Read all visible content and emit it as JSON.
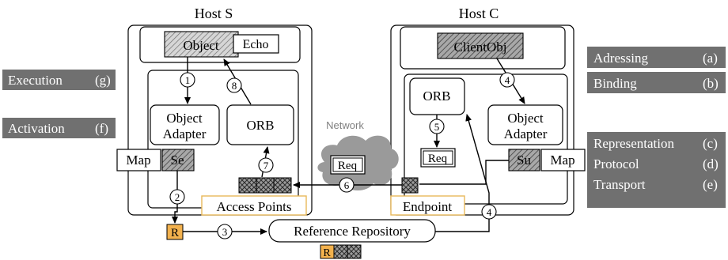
{
  "hosts": {
    "server": "Host S",
    "client": "Host C"
  },
  "server": {
    "object": "Object",
    "echo": "Echo",
    "object_adapter": [
      "Object",
      "Adapter"
    ],
    "orb": "ORB",
    "map": "Map",
    "skeleton": "Se",
    "access_points": "Access Points"
  },
  "client": {
    "client_obj": "ClientObj",
    "orb": "ORB",
    "object_adapter": [
      "Object",
      "Adapter"
    ],
    "request": "Req",
    "stub": "Su",
    "map": "Map",
    "endpoint": "Endpoint"
  },
  "network": {
    "label": "Network",
    "request": "Req"
  },
  "repository": {
    "label": "Reference Repository",
    "ref": "R",
    "stored_ref": "R"
  },
  "steps": [
    "1",
    "2",
    "3",
    "4",
    "4",
    "5",
    "6",
    "7",
    "8"
  ],
  "left_labels": [
    {
      "text": "Execution",
      "code": "(g)"
    },
    {
      "text": "Activation",
      "code": "(f)"
    }
  ],
  "right_labels": [
    {
      "text": "Adressing",
      "code": "(a)"
    },
    {
      "text": "Binding",
      "code": "(b)"
    }
  ],
  "right_group": [
    {
      "text": "Representation",
      "code": "(c)"
    },
    {
      "text": "Protocol",
      "code": "(d)"
    },
    {
      "text": "Transport",
      "code": "(e)"
    }
  ],
  "colors": {
    "label_bg": "#707070",
    "ref_orange": "#f3b24e",
    "access_border": "#e8b85a",
    "cloud": "#9a9a9a"
  }
}
